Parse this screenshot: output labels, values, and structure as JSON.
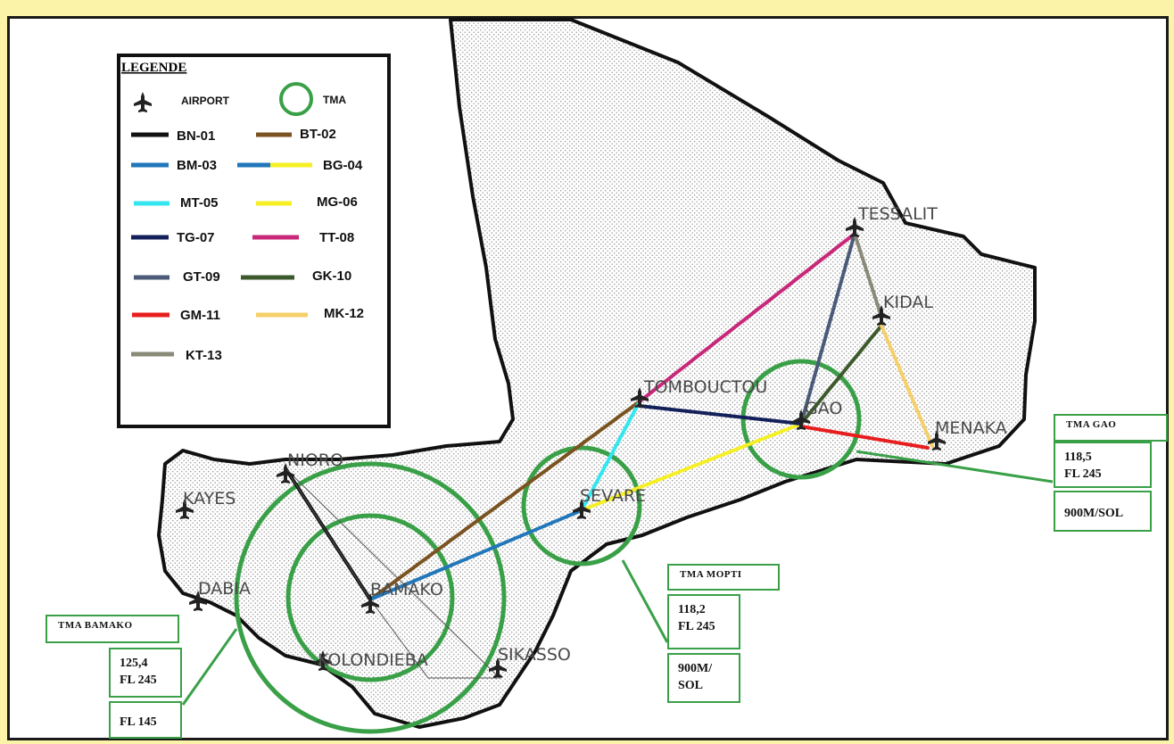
{
  "legend": {
    "title": "LEGENDE",
    "airport_label": "AIRPORT",
    "tma_label": "TMA",
    "routes": [
      {
        "code": "BN-01",
        "color": "#111111"
      },
      {
        "code": "BT-02",
        "color": "#7a5320"
      },
      {
        "code": "BM-03",
        "color": "#2277bb"
      },
      {
        "code": "BG-04",
        "color": "#2277bb",
        "color2": "#f5ef24"
      },
      {
        "code": "MT-05",
        "color": "#33e6f0"
      },
      {
        "code": "MG-06",
        "color": "#f5ef24"
      },
      {
        "code": "TG-07",
        "color": "#14205a"
      },
      {
        "code": "TT-08",
        "color": "#c8287a"
      },
      {
        "code": "GT-09",
        "color": "#4a5a78"
      },
      {
        "code": "GK-10",
        "color": "#3d5a2c"
      },
      {
        "code": "GM-11",
        "color": "#e81e1e"
      },
      {
        "code": "MK-12",
        "color": "#f5cf6a"
      },
      {
        "code": "KT-13",
        "color": "#8a8a78"
      }
    ]
  },
  "cities": [
    {
      "name": "TESSALIT"
    },
    {
      "name": "KIDAL"
    },
    {
      "name": "TOMBOUCTOU"
    },
    {
      "name": "GAO"
    },
    {
      "name": "MENAKA"
    },
    {
      "name": "NIORO"
    },
    {
      "name": "KAYES"
    },
    {
      "name": "SEVARE"
    },
    {
      "name": "DABIA"
    },
    {
      "name": "BAMAKO"
    },
    {
      "name": "KOLONDIEBA"
    },
    {
      "name": "SIKASSO"
    }
  ],
  "tma_boxes": {
    "gao": {
      "title": "TMA  GAO",
      "freq": "118,5\nFL 245",
      "lower": "900M/SOL"
    },
    "mopti": {
      "title": "TMA  MOPTI",
      "freq": "118,2\nFL 245",
      "lower": "900M/\nSOL"
    },
    "bamako": {
      "title": "TMA  BAMAKO",
      "freq": "125,4\nFL 245",
      "lower": "FL 145"
    }
  },
  "colors": {
    "tma_ring": "#3aa048",
    "background": "#fbf3a8"
  }
}
